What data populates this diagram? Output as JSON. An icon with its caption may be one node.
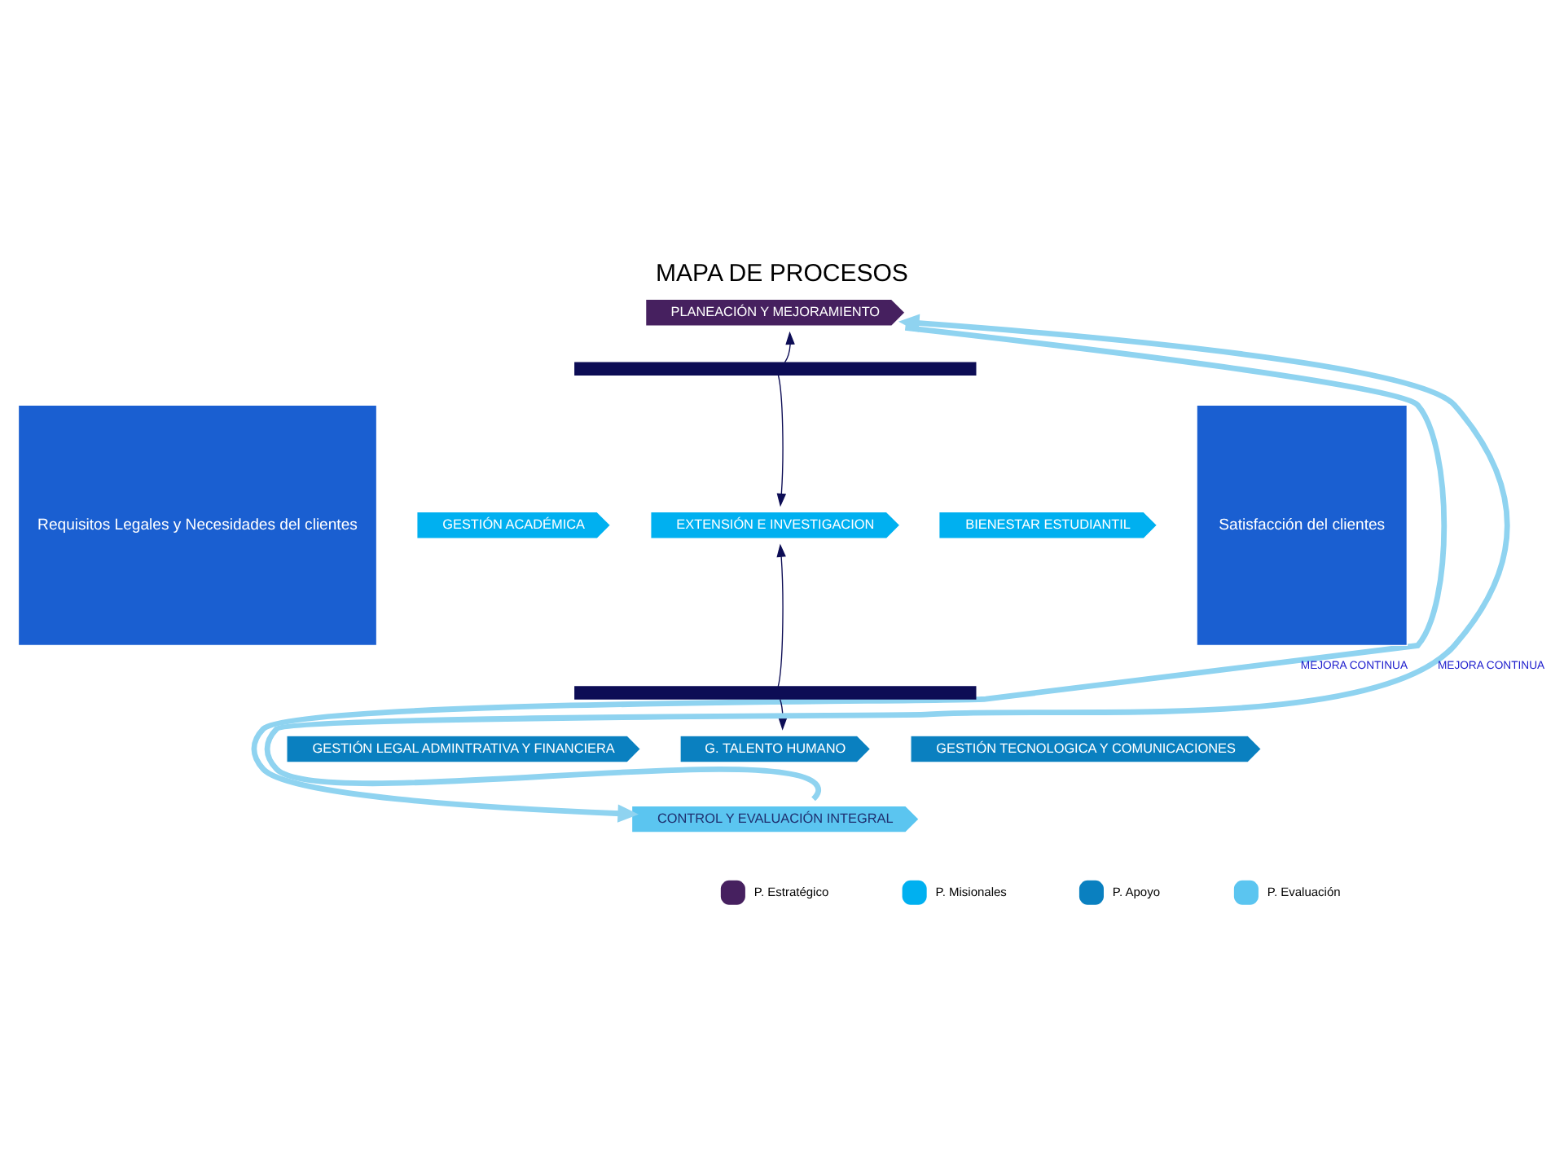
{
  "diagram": {
    "title": "MAPA DE PROCESOS",
    "nodes": [
      {
        "text": [
          "Requisitos Legales y Necesidades del clientes"
        ]
      },
      {
        "text": [
          "PLANEACIÓN Y MEJORAMIENTO"
        ]
      },
      {
        "text": [],
        "shape": "bar"
      },
      {
        "text": [
          "GESTIÓN ACADÉMICA"
        ]
      },
      {
        "text": [
          "EXTENSIÓN E INVESTIGACION"
        ]
      },
      {
        "text": [
          "BIENESTAR ESTUDIANTIL"
        ]
      },
      {
        "text": [],
        "shape": "bar"
      },
      {
        "text": [
          "GESTIÓN LEGAL ADMINTRATIVA Y FINANCIERA"
        ]
      },
      {
        "text": [
          "G. TALENTO HUMANO"
        ]
      },
      {
        "text": [
          "GESTIÓN TECNOLOGICA Y COMUNICACIONES"
        ]
      },
      {
        "text": [
          "CONTROL Y EVALUACIÓN INTEGRAL"
        ]
      },
      {
        "text": [
          "Satisfacción del clientes"
        ]
      }
    ],
    "edges": [
      {
        "from": 2,
        "to": 1,
        "arrow": "to"
      },
      {
        "from": 2,
        "to": 4,
        "arrow": "to"
      },
      {
        "from": 6,
        "to": 4,
        "arrow": "to"
      },
      {
        "from": 6,
        "to": 8,
        "arrow": "to"
      },
      {
        "from": 10,
        "to": 1,
        "arrow": "to",
        "label": "MEJORA CONTINUA",
        "style": "thick",
        "color": "#8fd3f0"
      },
      {
        "from": 1,
        "to": 10,
        "arrow": "to",
        "label": "MEJORA CONTINUA",
        "style": "thick",
        "color": "#8fd3f0"
      }
    ],
    "legend": [
      {
        "text": "P. Estratégico",
        "color": "#46205f"
      },
      {
        "text": "P. Misionales",
        "color": "#00b0f0"
      },
      {
        "text": "P. Apoyo",
        "color": "#0a80c0"
      },
      {
        "text": "P. Evaluación",
        "color": "#5bc5f0"
      }
    ]
  }
}
